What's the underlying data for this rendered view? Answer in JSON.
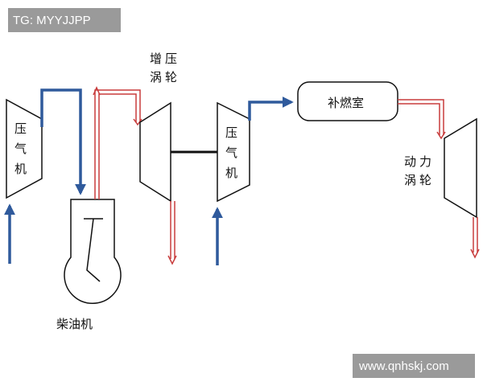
{
  "labels": {
    "compressor_1": "压气机",
    "compressor_2": "压气机",
    "turbocharger": [
      "增压",
      "涡轮"
    ],
    "diesel_engine": "柴油机",
    "afterburner": "补燃室",
    "power_turbine": [
      "动力",
      "涡轮"
    ]
  },
  "watermarks": {
    "top_left": "TG: MYYJJPP",
    "bottom_right": "www.qnhskj.com"
  },
  "colors": {
    "air_line": "#2f5a9c",
    "exhaust_line": "#c83c3c",
    "outline": "#111111",
    "watermark_bg": "#9a9a9a"
  }
}
